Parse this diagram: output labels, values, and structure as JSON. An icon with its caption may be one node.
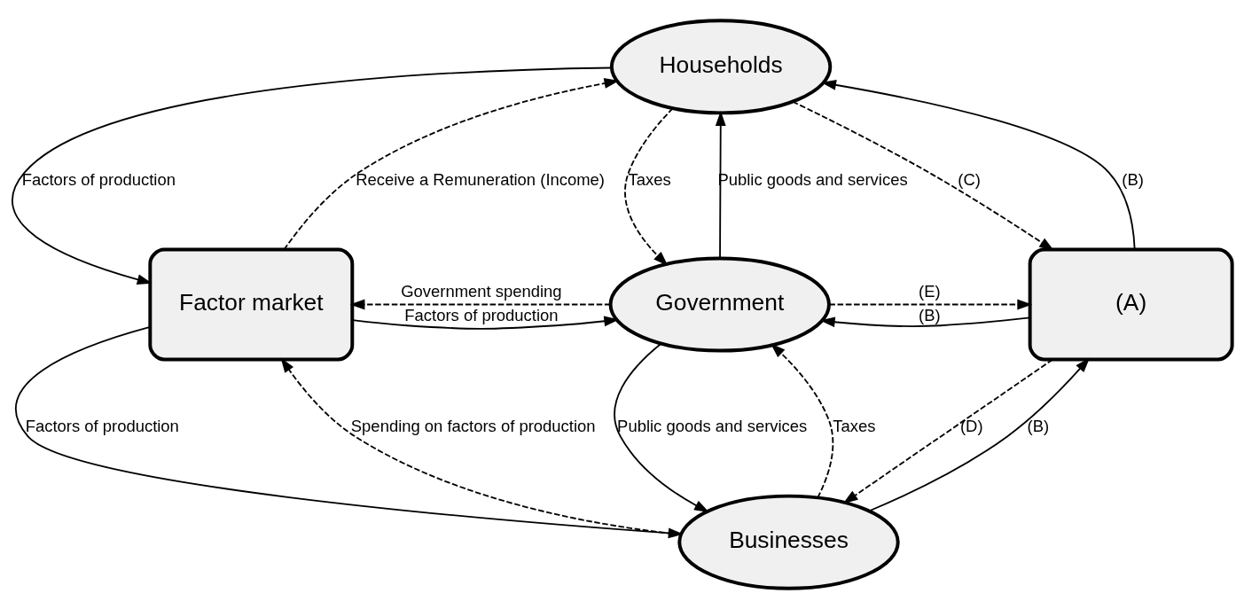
{
  "diagram": {
    "nodes": [
      {
        "text": [
          "Households"
        ]
      },
      {
        "text": [
          "Factor market"
        ]
      },
      {
        "text": [
          "Government"
        ]
      },
      {
        "text": [
          "(A)"
        ]
      },
      {
        "text": [
          "Businesses"
        ]
      }
    ],
    "edges": [
      {
        "from": 0,
        "to": 1,
        "arrow": "to",
        "label": "Factors of production"
      },
      {
        "from": 1,
        "to": 0,
        "arrow": "to",
        "label": "Receive a Remuneration (Income)",
        "style": "dashed"
      },
      {
        "from": 0,
        "to": 2,
        "arrow": "to",
        "label": "Taxes",
        "style": "dashed"
      },
      {
        "from": 2,
        "to": 0,
        "arrow": "to",
        "label": "Public goods and services"
      },
      {
        "from": 2,
        "to": 1,
        "arrow": "to",
        "label": "Government spending",
        "style": "dashed"
      },
      {
        "from": 1,
        "to": 2,
        "arrow": "to",
        "label": "Factors of production"
      },
      {
        "from": 4,
        "to": 2,
        "arrow": "to",
        "label": "Taxes",
        "style": "dashed"
      },
      {
        "from": 2,
        "to": 4,
        "arrow": "to",
        "label": "Public goods and services"
      },
      {
        "from": 1,
        "to": 4,
        "arrow": "to",
        "label": "Factors of production"
      },
      {
        "from": 4,
        "to": 1,
        "arrow": "to",
        "label": "Spending on factors of production",
        "style": "dashed"
      },
      {
        "from": 3,
        "to": 0,
        "arrow": "to",
        "label": "(B)"
      },
      {
        "from": 0,
        "to": 3,
        "arrow": "to",
        "label": "(C)",
        "style": "dashed"
      },
      {
        "from": 2,
        "to": 3,
        "arrow": "to",
        "label": "(E)",
        "style": "dashed"
      },
      {
        "from": 3,
        "to": 2,
        "arrow": "to",
        "label": "(B)"
      },
      {
        "from": 3,
        "to": 4,
        "arrow": "to",
        "label": "(D)",
        "style": "dashed"
      },
      {
        "from": 4,
        "to": 3,
        "arrow": "to",
        "label": "(B)"
      }
    ]
  }
}
